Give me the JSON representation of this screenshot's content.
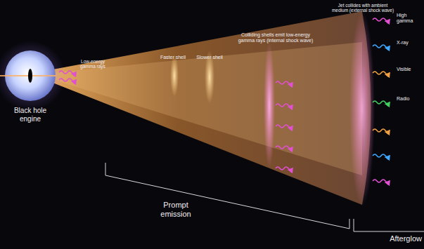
{
  "diagram": {
    "labels": [
      "Black hole engine",
      "Low-energy gamma rays",
      "Faster shell",
      "Slower shell",
      "Colliding shells emit low-energy gamma rays (internal shock wave)",
      "Jet collides with ambient medium (external shock wave)",
      "High gamma",
      "X-ray",
      "Visible",
      "Radio",
      "Prompt emission",
      "Afterglow"
    ]
  }
}
